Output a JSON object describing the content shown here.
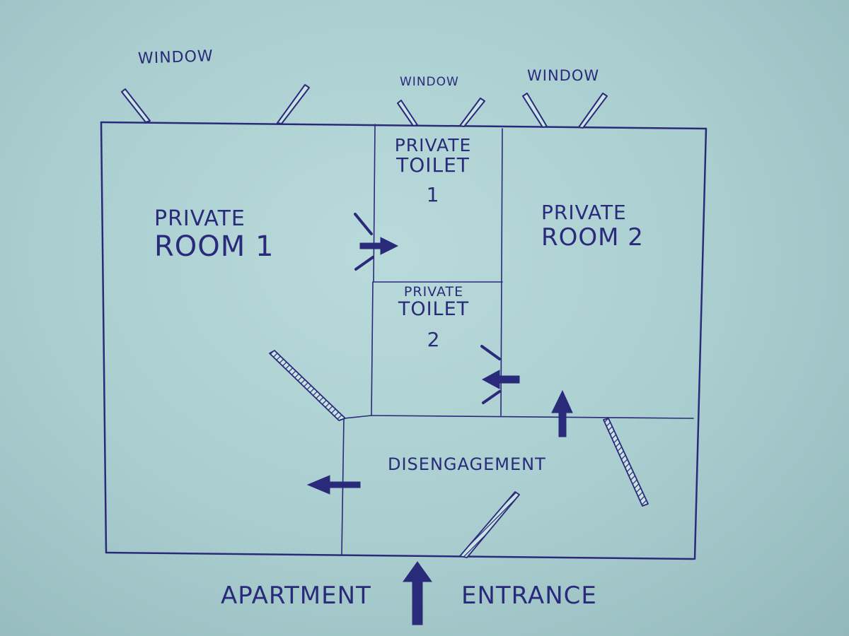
{
  "labels": {
    "window_1": "WINDOW",
    "window_2": "WINDOW",
    "window_3": "WINDOW",
    "room_1": [
      "PRIVATE",
      "ROOM 1"
    ],
    "room_2": [
      "PRIVATE",
      "ROOM 2"
    ],
    "toilet_1": [
      "PRIVATE",
      "TOILET",
      "1"
    ],
    "toilet_2": [
      "PRIVATE",
      "TOILET",
      "2"
    ],
    "disengagement": "DISENGAGEMENT",
    "entrance": [
      "APARTMENT",
      "ENTRANCE"
    ]
  },
  "colors": {
    "ink": "#2a2a7a",
    "paper": "#b3d6d7"
  },
  "icons": [
    "window-marker-icon",
    "door-swing-icon",
    "arrow-icon"
  ]
}
